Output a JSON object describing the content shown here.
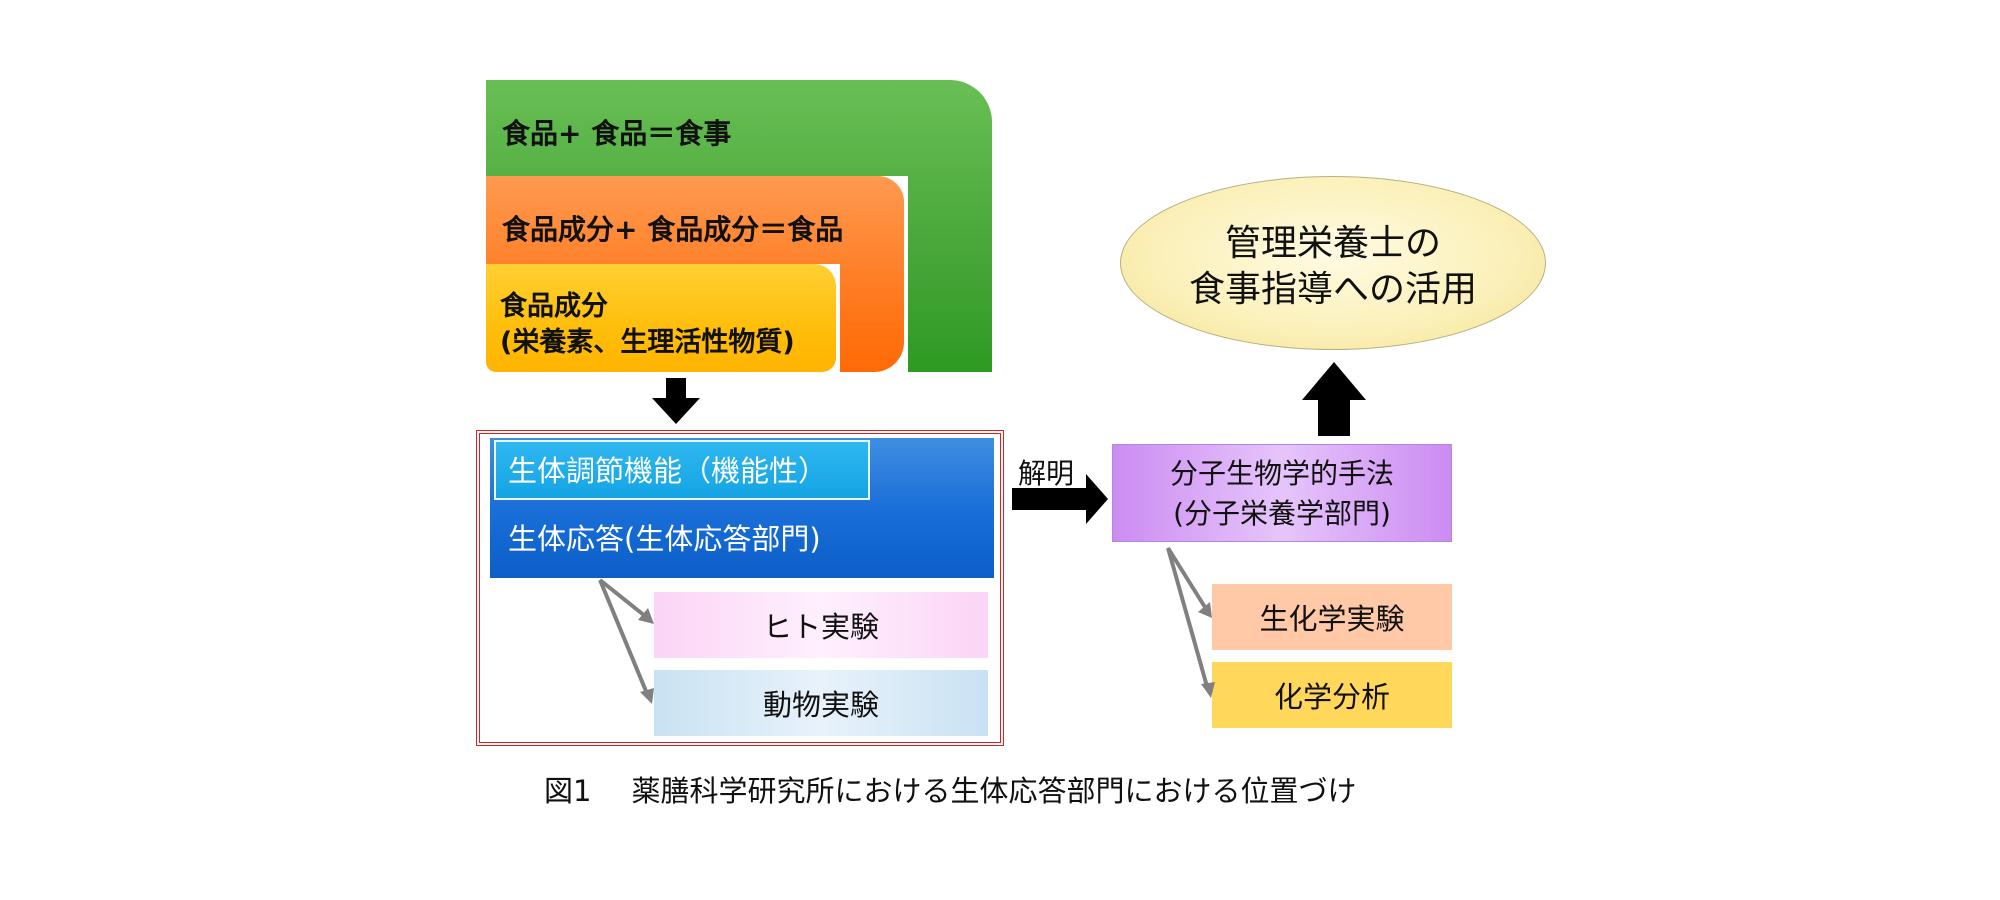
{
  "diagram": {
    "food_levels": {
      "meal": "食品+ 食品＝食事",
      "dish": "食品成分+ 食品成分＝食品",
      "ingredient_line1": "食品成分",
      "ingredient_line2": "(栄養素、生理活性物質)"
    },
    "bio_function": "生体調節機能（機能性）",
    "bio_response": "生体応答(生体応答部門)",
    "experiments": {
      "human": "ヒト実験",
      "animal": "動物実験"
    },
    "elucidation_label": "解明",
    "molecular": {
      "line1": "分子生物学的手法",
      "line2": "(分子栄養学部門)"
    },
    "analyses": {
      "biochem": "生化学実験",
      "chem": "化学分析"
    },
    "goal": {
      "line1": "管理栄養士の",
      "line2": "食事指導への活用"
    }
  },
  "caption": {
    "figure_no": "図1",
    "text": "薬膳科学研究所における生体応答部門における位置づけ"
  },
  "colors": {
    "green": "#4aa83a",
    "orange": "#ff7a20",
    "yellow": "#ffbe0a",
    "blue": "#1a6fd8",
    "cyan": "#14a4e4",
    "purple": "#cc8cf2",
    "red_frame": "#d92020"
  }
}
